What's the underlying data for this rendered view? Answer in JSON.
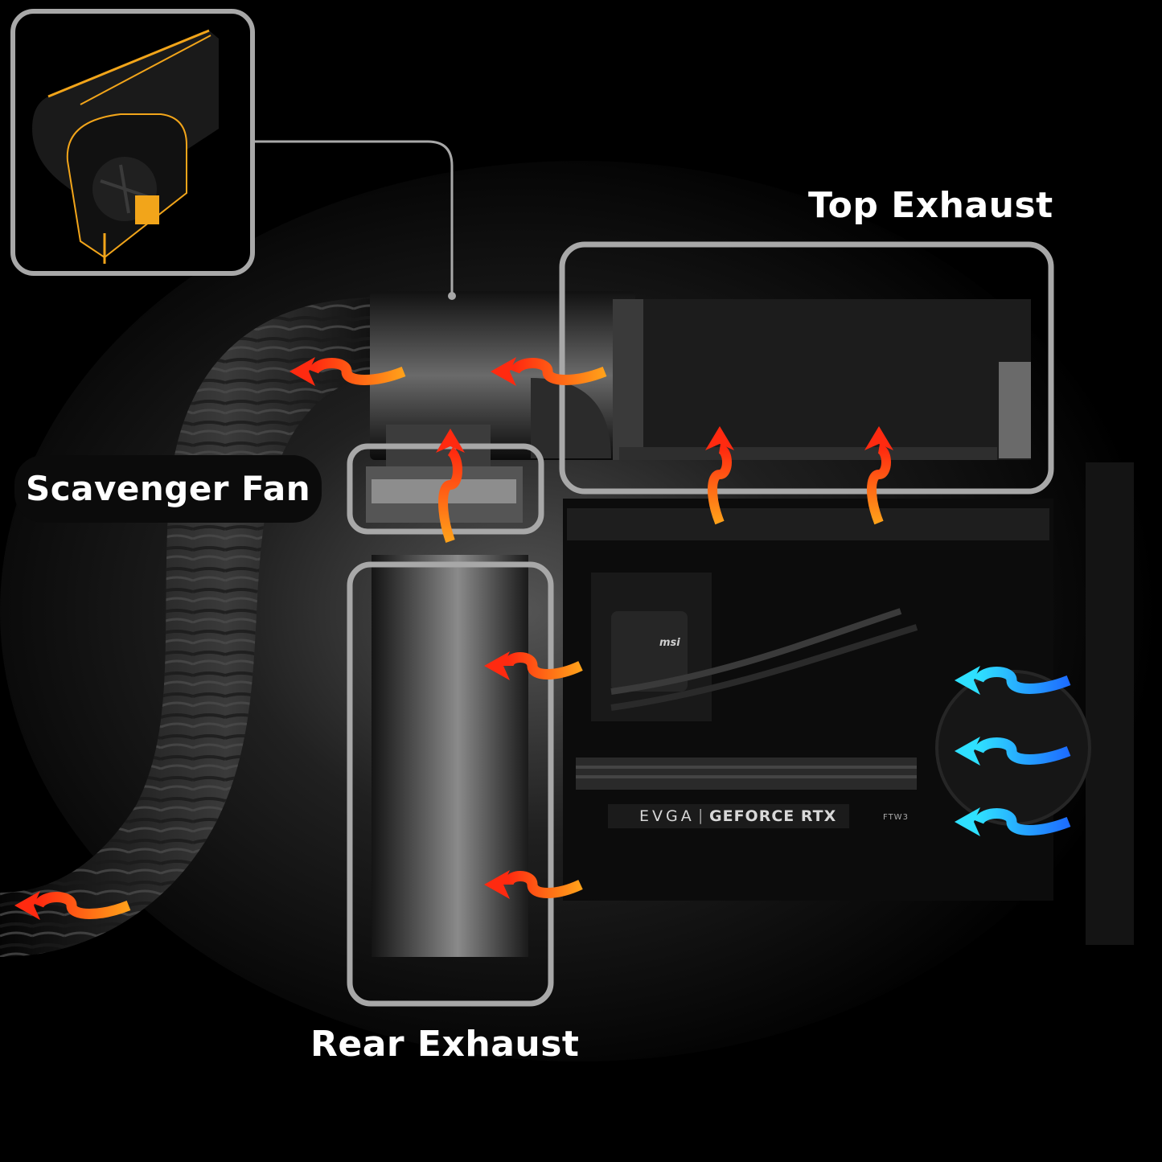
{
  "labels": {
    "top_exhaust": "Top Exhaust",
    "rear_exhaust": "Rear Exhaust",
    "scavenger_fan": "Scavenger Fan"
  },
  "hardware_text": {
    "gpu_brand": "EVGA",
    "gpu_separator": "|",
    "gpu_model": "GEFORCE RTX",
    "gpu_tier": "FTW3",
    "motherboard_brand": "msi"
  },
  "colors": {
    "background": "#000000",
    "callout_outline": "#a8a8a8",
    "exhaust_arrow_start": "#ffa11a",
    "exhaust_arrow_end": "#ff2a10",
    "intake_arrow_start": "#1d6cff",
    "intake_arrow_end": "#2fe0ff",
    "inset_highlight": "#f2a51a"
  },
  "icons": {
    "exhaust_arrow": "wavy-arrow-hot",
    "intake_arrow": "wavy-arrow-cold"
  }
}
